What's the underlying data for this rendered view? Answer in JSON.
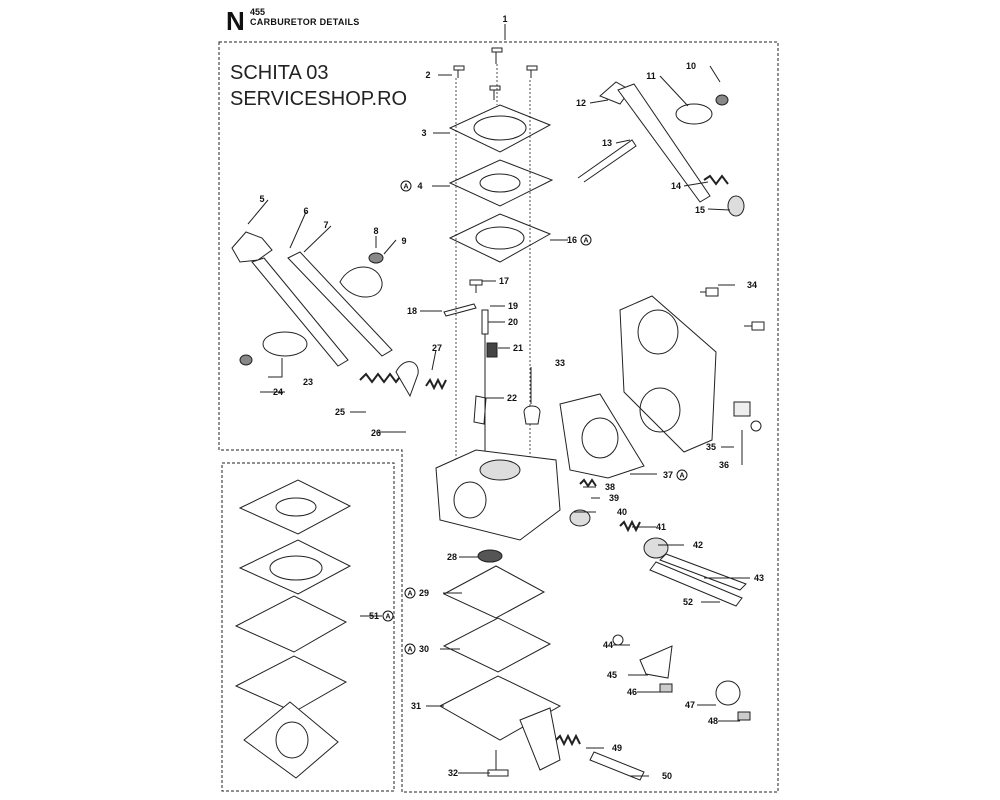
{
  "header": {
    "section_letter": "N",
    "model": "455",
    "title": "CARBURETOR DETAILS"
  },
  "watermark": {
    "line1": "SCHITA 03",
    "line2": "SERVICESHOP.RO"
  },
  "callouts": [
    {
      "id": "1",
      "text": "1"
    },
    {
      "id": "2",
      "text": "2"
    },
    {
      "id": "3",
      "text": "3"
    },
    {
      "id": "4",
      "text": "4",
      "variant": "A"
    },
    {
      "id": "5",
      "text": "5"
    },
    {
      "id": "6",
      "text": "6"
    },
    {
      "id": "7",
      "text": "7"
    },
    {
      "id": "8",
      "text": "8"
    },
    {
      "id": "9",
      "text": "9"
    },
    {
      "id": "10",
      "text": "10"
    },
    {
      "id": "11",
      "text": "11"
    },
    {
      "id": "12",
      "text": "12"
    },
    {
      "id": "13",
      "text": "13"
    },
    {
      "id": "14",
      "text": "14"
    },
    {
      "id": "15",
      "text": "15"
    },
    {
      "id": "16",
      "text": "16",
      "variant": "A"
    },
    {
      "id": "17",
      "text": "17"
    },
    {
      "id": "18",
      "text": "18"
    },
    {
      "id": "19",
      "text": "19"
    },
    {
      "id": "20",
      "text": "20"
    },
    {
      "id": "21",
      "text": "21"
    },
    {
      "id": "22",
      "text": "22"
    },
    {
      "id": "23",
      "text": "23"
    },
    {
      "id": "24",
      "text": "24"
    },
    {
      "id": "25",
      "text": "25"
    },
    {
      "id": "26",
      "text": "26"
    },
    {
      "id": "27",
      "text": "27"
    },
    {
      "id": "28",
      "text": "28"
    },
    {
      "id": "29",
      "text": "29",
      "variant": "A"
    },
    {
      "id": "30",
      "text": "30",
      "variant": "A"
    },
    {
      "id": "31",
      "text": "31"
    },
    {
      "id": "32",
      "text": "32"
    },
    {
      "id": "33",
      "text": "33"
    },
    {
      "id": "34",
      "text": "34"
    },
    {
      "id": "35",
      "text": "35"
    },
    {
      "id": "36",
      "text": "36"
    },
    {
      "id": "37",
      "text": "37",
      "variant": "A"
    },
    {
      "id": "38",
      "text": "38"
    },
    {
      "id": "39",
      "text": "39"
    },
    {
      "id": "40",
      "text": "40"
    },
    {
      "id": "41",
      "text": "41"
    },
    {
      "id": "42",
      "text": "42"
    },
    {
      "id": "43",
      "text": "43"
    },
    {
      "id": "44",
      "text": "44"
    },
    {
      "id": "45",
      "text": "45"
    },
    {
      "id": "46",
      "text": "46"
    },
    {
      "id": "47",
      "text": "47"
    },
    {
      "id": "48",
      "text": "48"
    },
    {
      "id": "49",
      "text": "49"
    },
    {
      "id": "50",
      "text": "50"
    },
    {
      "id": "51",
      "text": "51",
      "variant": "A"
    },
    {
      "id": "52",
      "text": "52"
    }
  ],
  "variant_marker": "A",
  "colors": {
    "line": "#222222",
    "fill": "#ffffff",
    "shade": "#bdbdbd",
    "dark": "#555555"
  }
}
